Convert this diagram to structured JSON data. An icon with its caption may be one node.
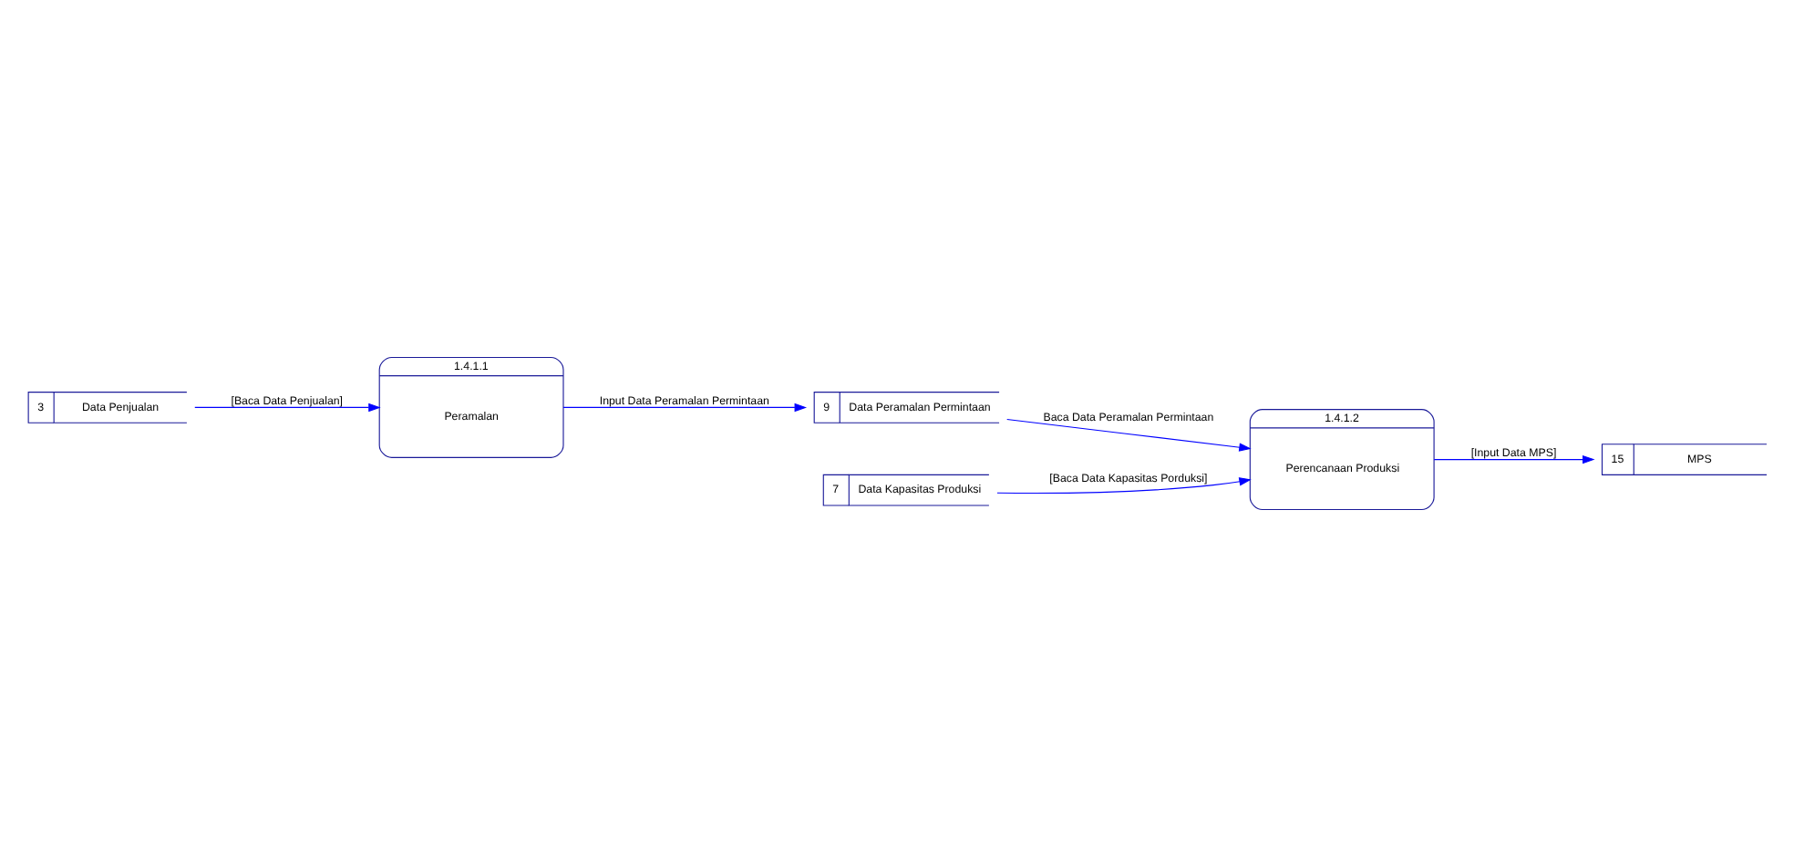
{
  "diagram": {
    "nodes": [
      {
        "text": [
          "3",
          "Data Penjualan"
        ]
      },
      {
        "text": [
          "1.4.1.1",
          "Peramalan"
        ]
      },
      {
        "text": [
          "9",
          "Data Peramalan Permintaan"
        ]
      },
      {
        "text": [
          "7",
          "Data Kapasitas Produksi"
        ]
      },
      {
        "text": [
          "1.4.1.2",
          "Perencanaan Produksi"
        ]
      },
      {
        "text": [
          "15",
          "MPS"
        ]
      }
    ],
    "edges": [
      {
        "from": 0,
        "to": 1,
        "arrow": "to",
        "label": "[Baca Data Penjualan]"
      },
      {
        "from": 1,
        "to": 2,
        "arrow": "to",
        "label": "Input Data Peramalan Permintaan"
      },
      {
        "from": 3,
        "to": 4,
        "arrow": "to",
        "label": "[Baca Data Kapasitas Porduksi]"
      },
      {
        "from": 2,
        "to": 4,
        "arrow": "to",
        "label": "Baca Data Peramalan Permintaan"
      },
      {
        "from": 4,
        "to": 5,
        "arrow": "to",
        "label": "[Input Data MPS]"
      }
    ]
  }
}
